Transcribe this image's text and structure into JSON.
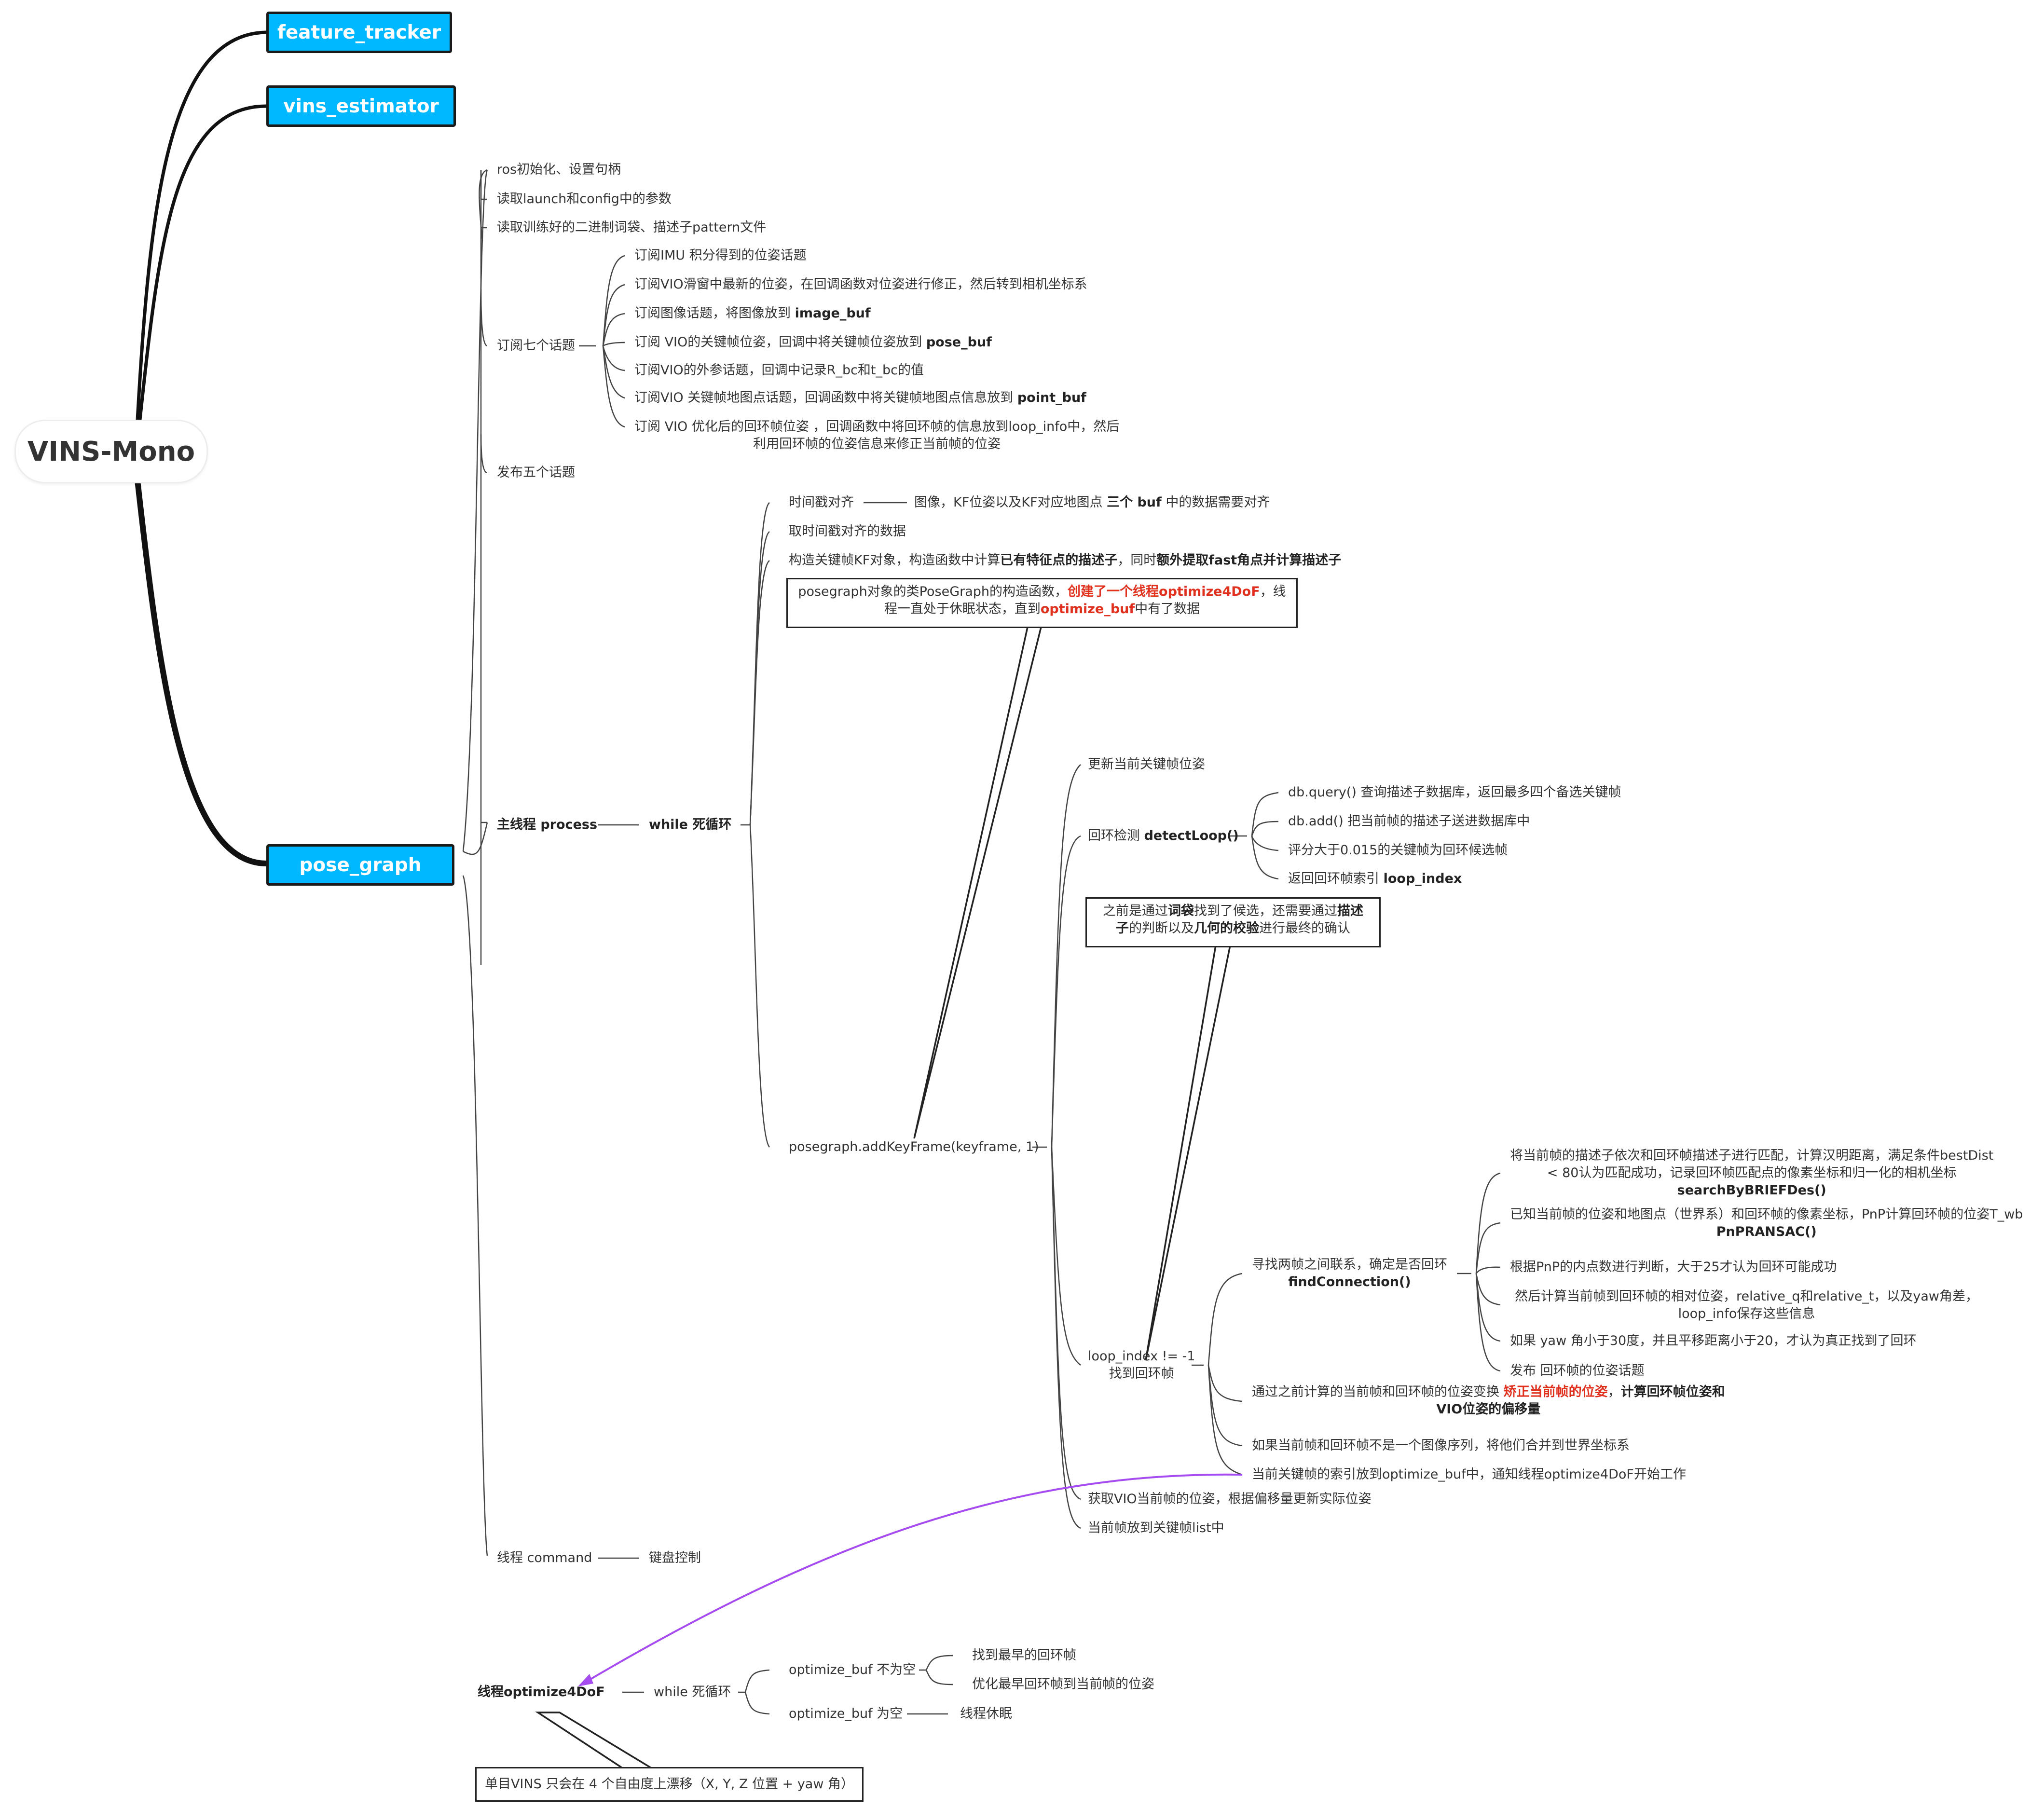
{
  "central": "VINS-Mono",
  "main_topics": {
    "feature_tracker": "feature_tracker",
    "vins_estimator": "vins_estimator",
    "pose_graph": "pose_graph"
  },
  "pose_graph": {
    "init": "ros初始化、设置句柄",
    "read_params": "读取launch和config中的参数",
    "read_vocab": "读取训练好的二进制词袋、描述子pattern文件",
    "subscribe": {
      "label": "订阅七个话题",
      "items": {
        "imu": "订阅IMU 积分得到的位姿话题",
        "vio": "订阅VIO滑窗中最新的位姿，在回调函数对位姿进行修正，然后转到相机坐标系",
        "image_pre": "订阅图像话题，将图像放到 ",
        "image_b": "image_buf",
        "kf_pre": "订阅 VIO的关键帧位姿，回调中将关键帧位姿放到 ",
        "kf_b": "pose_buf",
        "extrinsic": "订阅VIO的外参话题，回调中记录R_bc和t_bc的值",
        "point_pre": "订阅VIO 关键帧地图点话题，回调函数中将关键帧地图点信息放到 ",
        "point_b": "point_buf",
        "relo_line1": "订阅 VIO 优化后的回环帧位姿 ，回调函数中将回环帧的信息放到loop_info中，然后",
        "relo_line2": "利用回环帧的位姿信息来修正当前帧的位姿"
      }
    },
    "publish": "发布五个话题",
    "process": {
      "label": "主线程 process",
      "loop": "while 死循环",
      "align": "时间戳对齐",
      "align_detail_pre": "图像，KF位姿以及KF对应地图点 ",
      "align_detail_b": "三个 buf",
      "align_detail_post": " 中的数据需要对齐",
      "fetch": "取时间戳对齐的数据",
      "construct_pre": "构造关键帧KF对象，构造函数中计算",
      "construct_b1": "已有特征点的描述子",
      "construct_mid": "，同时",
      "construct_b2": "额外提取fast角点并计算描述子",
      "callout1": {
        "l1_pre": "posegraph对象的类PoseGraph的构造函数，",
        "l1_red": "创建了一个线程optimize4DoF",
        "l1_post": "，线",
        "l2_pre": "程一直处于休眠状态，直到",
        "l2_red": "optimize_buf",
        "l2_post": "中有了数据"
      },
      "add_kf": "posegraph.addKeyFrame(keyframe, 1)",
      "update_pose": "更新当前关键帧位姿",
      "detect_pre": "回环检测 ",
      "detect_b": "detectLoop()",
      "detect_items": {
        "query": "db.query() 查询描述子数据库，返回最多四个备选关键帧",
        "add": "db.add() 把当前帧的描述子送进数据库中",
        "score": "评分大于0.015的关键帧为回环候选帧",
        "ret_pre": "返回回环帧索引 ",
        "ret_b": "loop_index"
      },
      "callout2": {
        "l1_pre": "之前是通过",
        "l1_b1": "词袋",
        "l1_mid": "找到了候选，还需要通过",
        "l1_b2": "描述",
        "l2_b1": "子",
        "l2_mid": "的判断以及",
        "l2_b2": "几何的校验",
        "l2_post": "进行最终的确认"
      },
      "loop_found_1": "loop_index != -1",
      "loop_found_2": "找到回环帧",
      "find_conn_1": "寻找两帧之间联系，确定是否回环",
      "find_conn_2": "findConnection()",
      "conn_items": {
        "brief_1": "将当前帧的描述子依次和回环帧描述子进行匹配，计算汉明距离，满足条件bestDist",
        "brief_2": "< 80认为匹配成功，记录回环帧匹配点的像素坐标和归一化的相机坐标",
        "brief_3": "searchByBRIEFDes()",
        "pnp_1": "已知当前帧的位姿和地图点（世界系）和回环帧的像素坐标，PnP计算回环帧的位姿T_wb",
        "pnp_2": "PnPRANSAC()",
        "inliers": "根据PnP的内点数进行判断，大于25才认为回环可能成功",
        "relative_1": "然后计算当前帧到回环帧的相对位姿，relative_q和relative_t，以及yaw角差，",
        "relative_2": "loop_info保存这些信息",
        "yaw": "如果 yaw 角小于30度，并且平移距离小于20，才认为真正找到了回环",
        "publish": "发布 回环帧的位姿话题"
      },
      "correct_pre": "通过之前计算的当前帧和回环帧的位姿变换 ",
      "correct_red": "矫正当前帧的位姿",
      "correct_mid": "，",
      "correct_b": "计算回环帧位姿和",
      "correct_2": "VIO位姿的偏移量",
      "merge": "如果当前帧和回环帧不是一个图像序列，将他们合并到世界坐标系",
      "optbuf": "当前关键帧的索引放到optimize_buf中，通知线程optimize4DoF开始工作",
      "get_vio": "获取VIO当前帧的位姿，根据偏移量更新实际位姿",
      "push_list": "当前帧放到关键帧list中"
    },
    "command": {
      "label": "线程 command",
      "detail": "键盘控制"
    }
  },
  "optimize_thread": {
    "label": "线程optimize4DoF",
    "loop": "while 死循环",
    "not_empty": "optimize_buf 不为空",
    "find_earliest": "找到最早的回环帧",
    "optimize": "优化最早回环帧到当前帧的位姿",
    "empty": "optimize_buf 为空",
    "sleep": "线程休眠",
    "callout": "单目VINS 只会在 4 个自由度上漂移（X, Y, Z 位置 + yaw 角）"
  },
  "colors": {
    "main_topic_fill": "#00b8ff",
    "highlight": "#e0301e",
    "relation_arrow": "#a54bf0"
  }
}
